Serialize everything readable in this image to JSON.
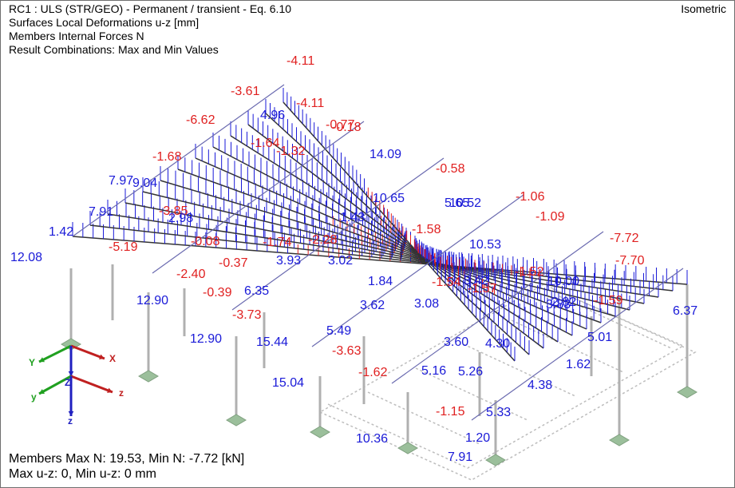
{
  "header": {
    "line1": "RC1 : ULS (STR/GEO) - Permanent / transient - Eq. 6.10",
    "line2": "Surfaces Local Deformations u-z [mm]",
    "line3": "Members Internal Forces N",
    "line4": "Result Combinations: Max and Min Values"
  },
  "view_label": "Isometric",
  "summary": {
    "line1": "Members Max N: 19.53, Min N: -7.72 [kN]",
    "line2": "Max u-z: 0, Min u-z: 0 mm"
  },
  "axes_icon": {
    "global": [
      "Y",
      "X",
      "Z"
    ],
    "local": [
      "y",
      "z",
      "z"
    ]
  },
  "colors": {
    "positive": "#1a1ad8",
    "negative": "#e02020",
    "structure": "#b0b0b0",
    "support": "#9bbf9b",
    "axis_x": "#c02020",
    "axis_y": "#20a020",
    "axis_z": "#2020c0"
  },
  "labels_negative": [
    "-4.11",
    "-3.61",
    "-4.11",
    "-0.18",
    "-6.62",
    "-0.58",
    "-1.06",
    "-1.09",
    "-7.72",
    "-7.70",
    "-1.68",
    "-5.19",
    "-3.85",
    "-0.08",
    "-0.37",
    "-2.40",
    "-0.39",
    "-3.73",
    "-3.63",
    "-1.62",
    "-1.15",
    "-1.74",
    "-2.28",
    "-0.77",
    "-1.64",
    "-1.32",
    "-1.58",
    "-1.54",
    "-1.59",
    "-1.57",
    "-1.52"
  ],
  "labels_positive": [
    "12.08",
    "12.90",
    "12.90",
    "15.04",
    "10.36",
    "7.91",
    "7.91",
    "7.97",
    "9.04",
    "2.98",
    "4.96",
    "14.09",
    "10.65",
    "5.65",
    "1.43",
    "10.52",
    "10.53",
    "10.00",
    "6.37",
    "6.35",
    "5.49",
    "3.93",
    "3.02",
    "1.84",
    "3.62",
    "3.08",
    "3.60",
    "4.30",
    "5.26",
    "5.16",
    "4.38",
    "5.33",
    "1.62",
    "5.01",
    "3.83",
    "2.82",
    "1.20",
    "15.44",
    "3.42",
    "1.42"
  ]
}
